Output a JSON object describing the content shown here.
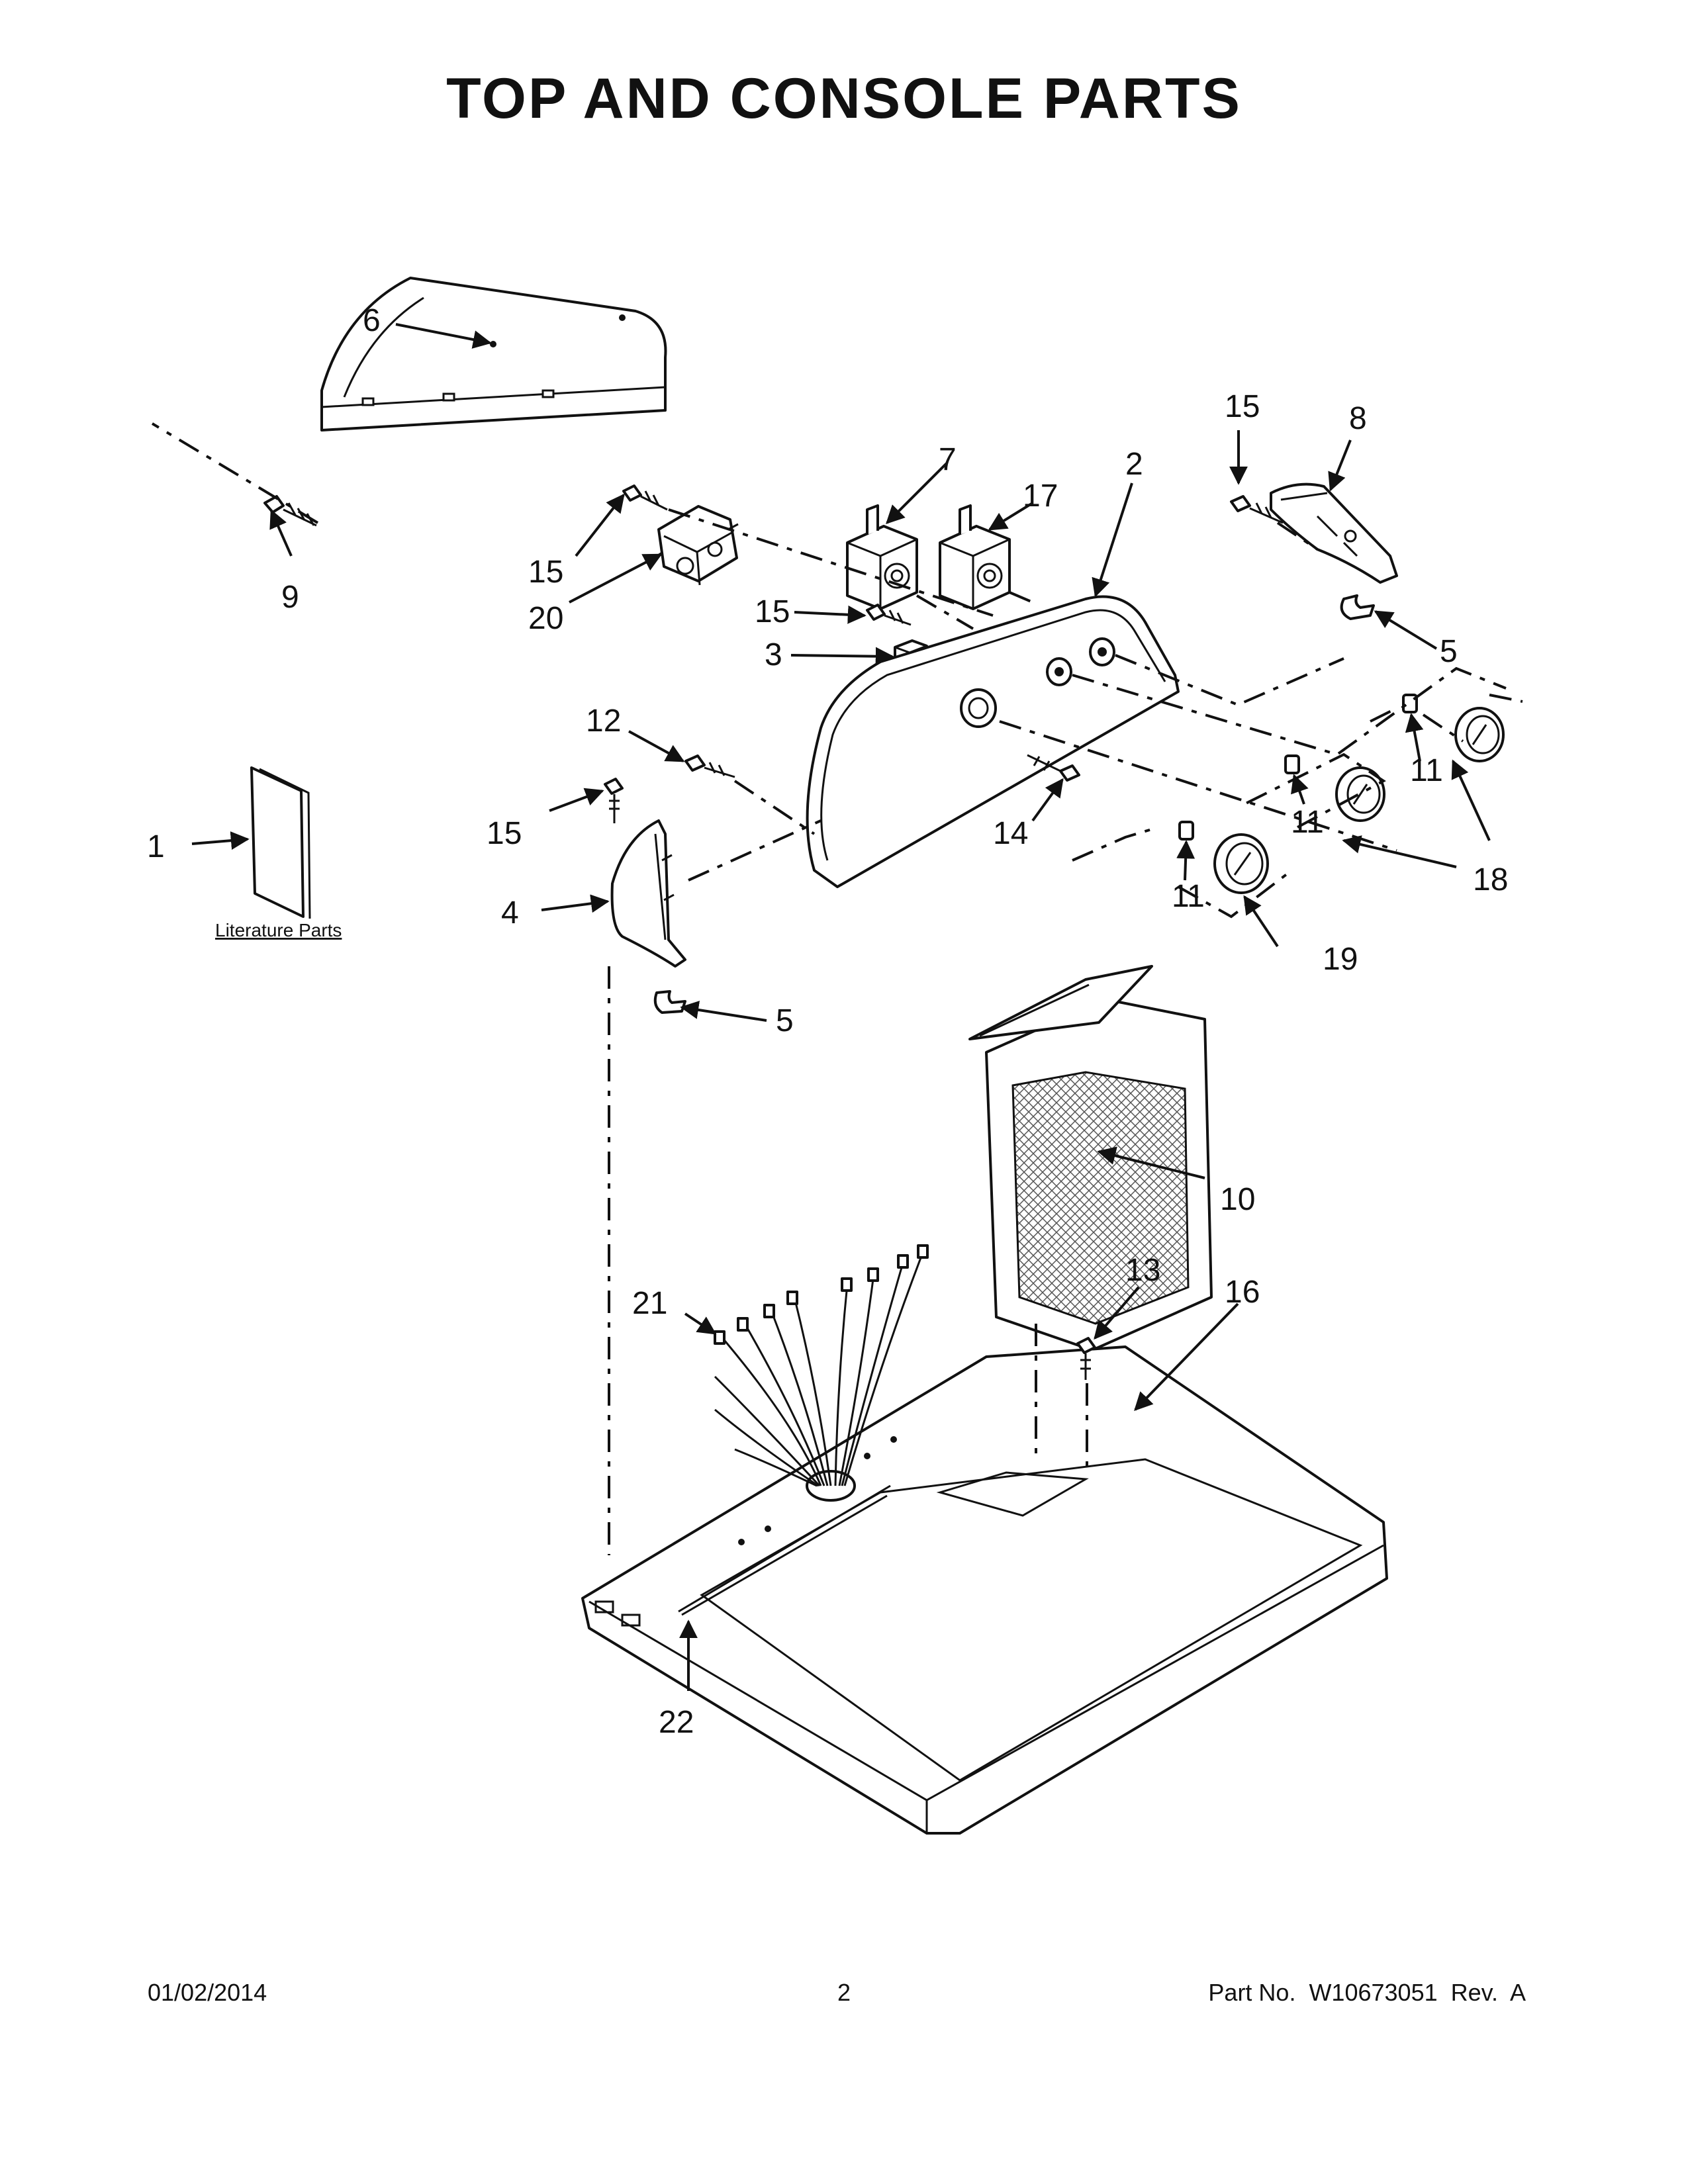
{
  "page": {
    "title": "TOP AND CONSOLE PARTS"
  },
  "diagram": {
    "callouts": {
      "c1": "1",
      "c2": "2",
      "c3": "3",
      "c4": "4",
      "c5a": "5",
      "c5b": "5",
      "c6": "6",
      "c7": "7",
      "c8": "8",
      "c9": "9",
      "c10": "10",
      "c11a": "11",
      "c11b": "11",
      "c11c": "11",
      "c12": "12",
      "c13": "13",
      "c14": "14",
      "c15a": "15",
      "c15b": "15",
      "c15c": "15",
      "c15d": "15",
      "c16": "16",
      "c17": "17",
      "c18": "18",
      "c19": "19",
      "c20": "20",
      "c21": "21",
      "c22": "22"
    },
    "literature_label": "Literature Parts"
  },
  "footer": {
    "date": "01/02/2014",
    "page_number": "2",
    "part_number": "Part No.  W10673051  Rev.  A"
  }
}
